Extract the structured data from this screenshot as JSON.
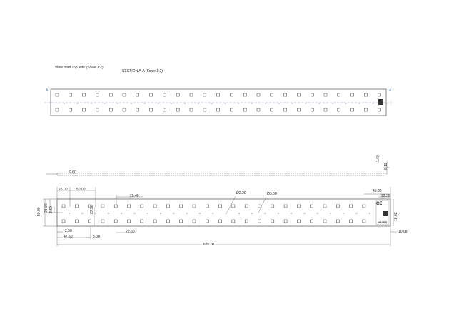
{
  "views": {
    "top_view_title": "View from Top side (Scale 1:2)",
    "section_title": "SECTION A-A (Scale 1:2)",
    "section_marker": "A"
  },
  "dimensions": {
    "d_9_60": "9.60",
    "d_1_60": "1.60",
    "d_6_11": "6.11",
    "d_25_00_top": "25.00",
    "d_50_00_top": "50.00",
    "d_25_40": "25.40",
    "d_dia_2_20": "Ø2.20",
    "d_dia_3_50": "Ø3.50",
    "d_45_00": "45.00",
    "d_22_50_right": "22.50",
    "d_50_00_left": "50.00",
    "d_25_00_left": "25.00",
    "d_2_50_left": "2.50",
    "d_27_50": "27.50",
    "d_2_50_bottom": "2.50",
    "d_47_50": "47.50",
    "d_5_00": "5.00",
    "d_22_50_bottom": "22.50",
    "d_18_62": "18.62",
    "d_10_08": "10.08",
    "d_620_00": "620.00"
  },
  "marks": {
    "ce": "CE",
    "brand": "NIVISS"
  },
  "colors": {
    "line": "#333333",
    "section_line": "#4a7fd0",
    "dim_line": "#555555"
  }
}
